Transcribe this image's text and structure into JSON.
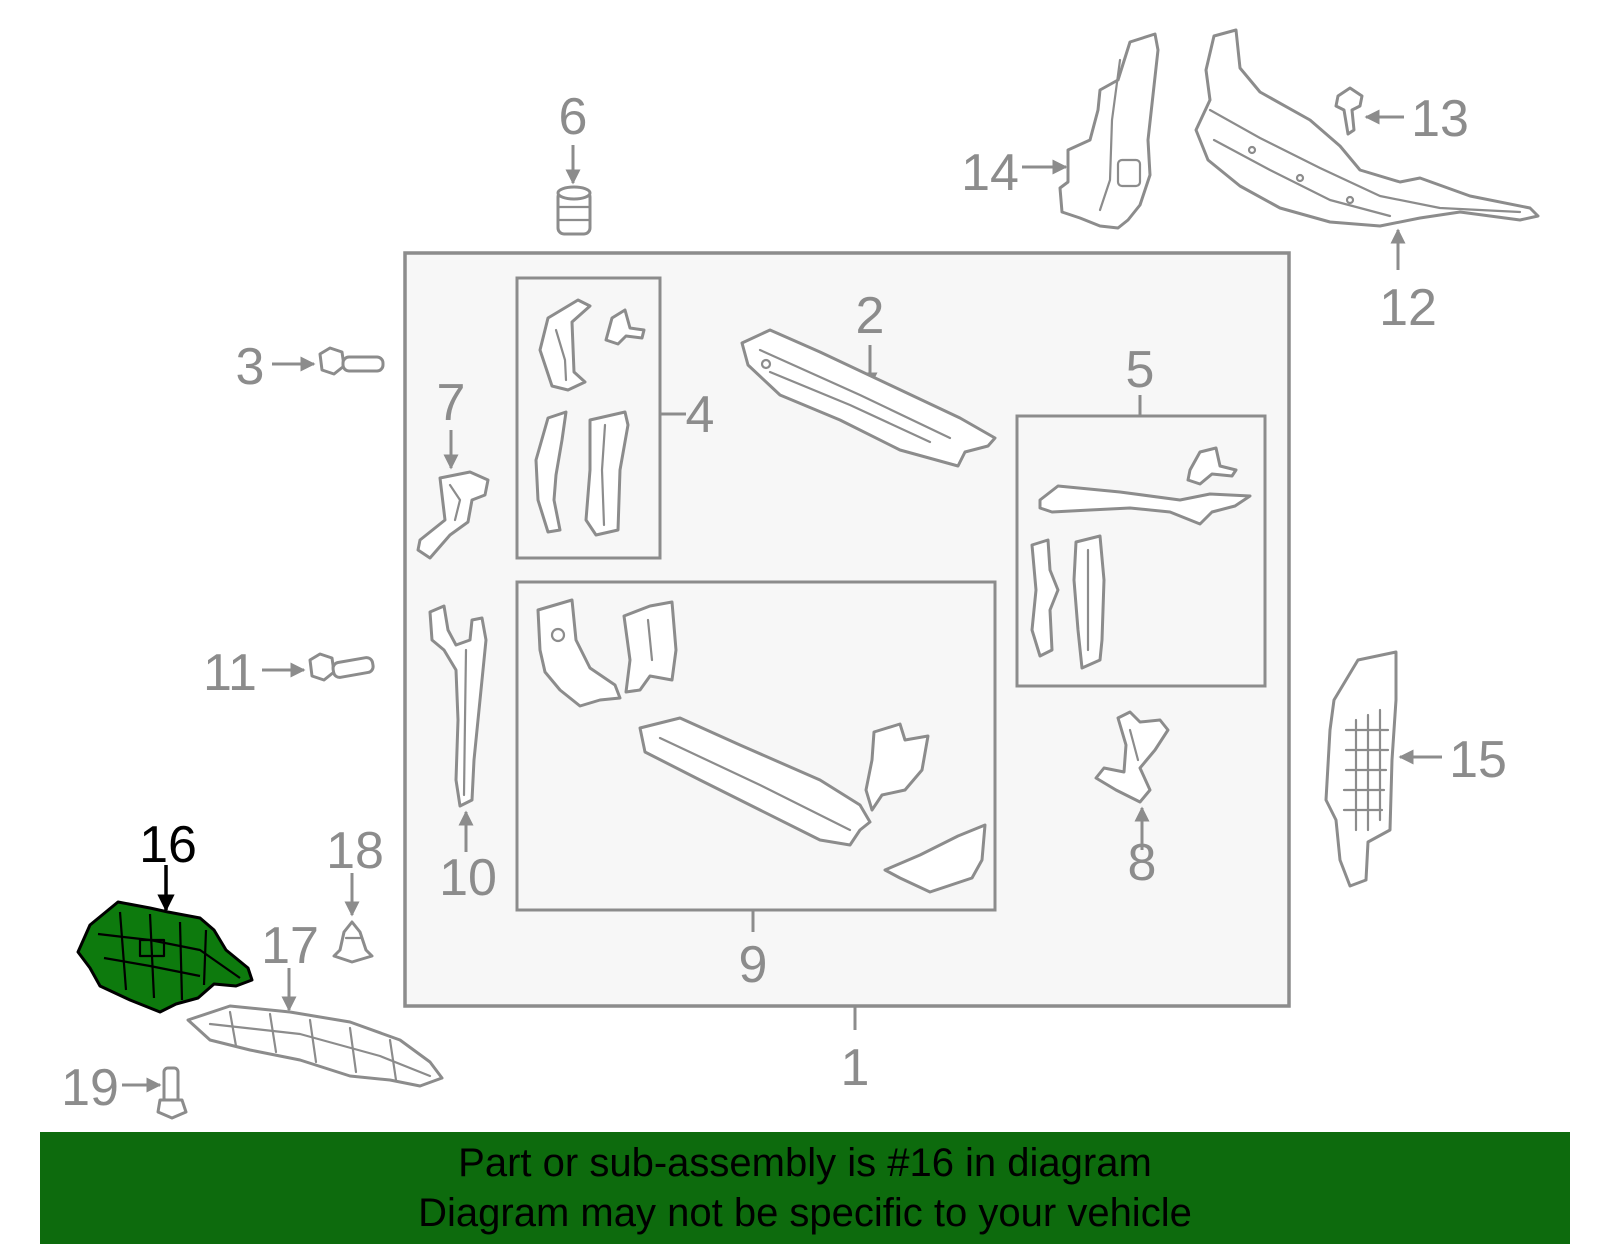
{
  "callouts": {
    "c1": "1",
    "c2": "2",
    "c3": "3",
    "c4": "4",
    "c5": "5",
    "c6": "6",
    "c7": "7",
    "c8": "8",
    "c9": "9",
    "c10": "10",
    "c11": "11",
    "c12": "12",
    "c13": "13",
    "c14": "14",
    "c15": "15",
    "c16": "16",
    "c17": "17",
    "c18": "18",
    "c19": "19"
  },
  "highlighted_part": "16",
  "colors": {
    "highlight_fill": "#0d7a0d",
    "banner_background": "#0d6b0d",
    "line_art": "#8c8c8c",
    "assembly_box_fill": "#f7f7f7"
  },
  "banner": {
    "line1": "Part or sub-assembly is #16 in diagram",
    "line2": "Diagram may not be specific to your vehicle"
  }
}
